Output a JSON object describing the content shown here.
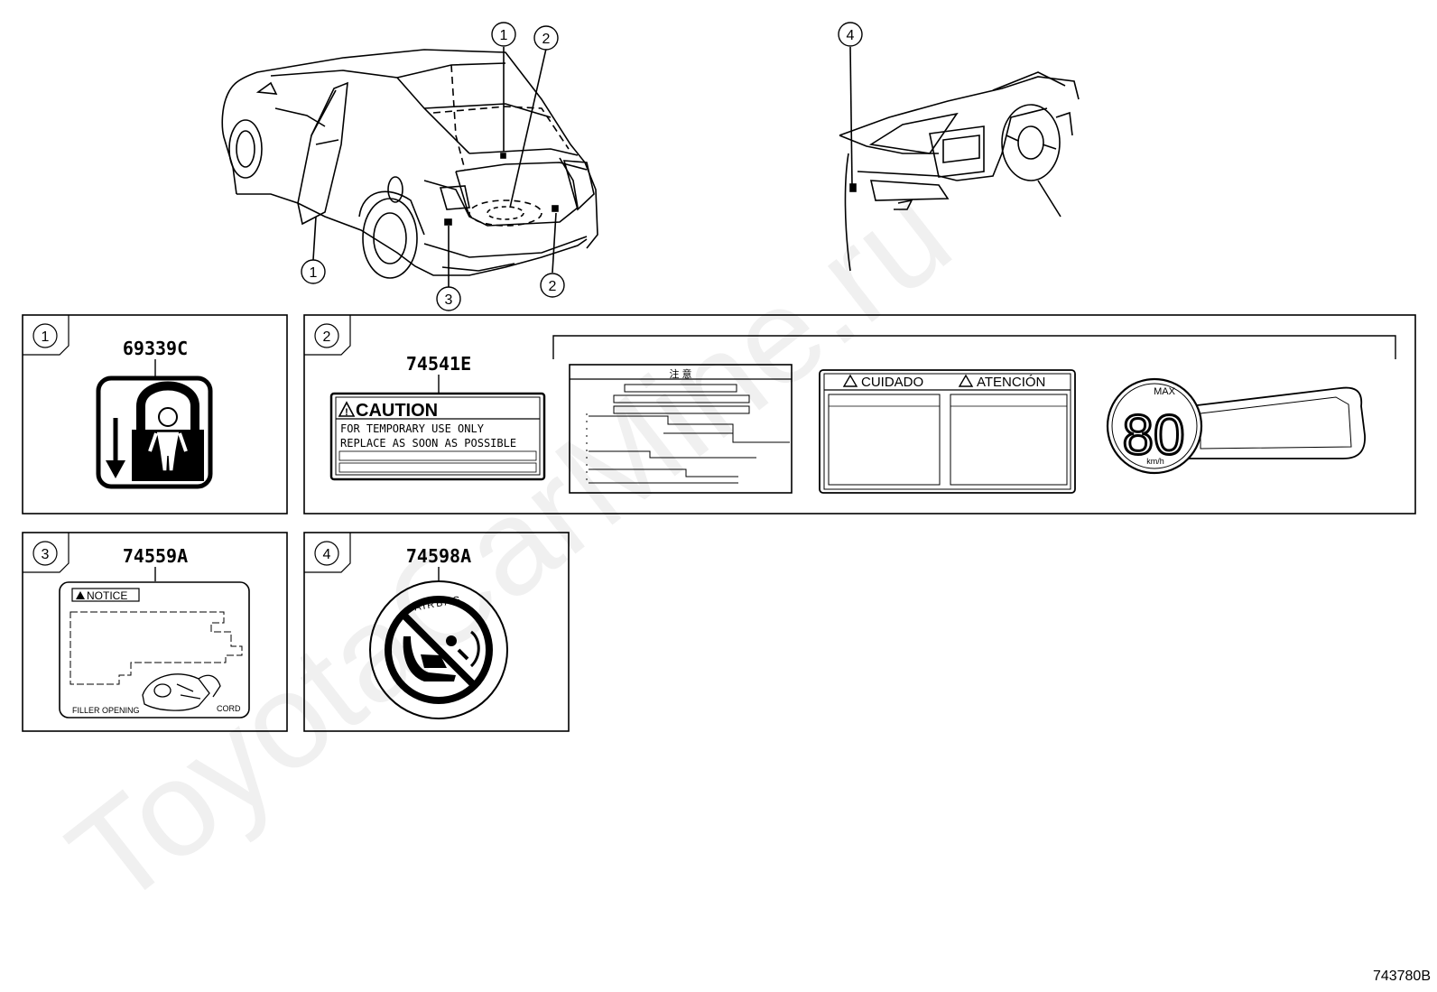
{
  "watermark": "ToyotaCarMine.ru",
  "diagram_code": "743780B",
  "callouts": [
    "1",
    "2",
    "3",
    "4"
  ],
  "labels": {
    "p1": {
      "number": "1",
      "part": "69339C"
    },
    "p2": {
      "number": "2",
      "part": "74541E",
      "caution_title": "CAUTION",
      "caution_line1": "FOR TEMPORARY USE ONLY",
      "caution_line2": "REPLACE AS SOON AS POSSIBLE",
      "jp_title": "注 意",
      "cuidado": "CUIDADO",
      "atencion": "ATENCIÓN",
      "speed_max": "MAX",
      "speed_value": "80",
      "speed_unit": "km/h"
    },
    "p3": {
      "number": "3",
      "part": "74559A",
      "notice": "NOTICE",
      "filler": "FILLER OPENING",
      "cord": "CORD"
    },
    "p4": {
      "number": "4",
      "part": "74598A",
      "airbag": "AIRBAG"
    }
  }
}
